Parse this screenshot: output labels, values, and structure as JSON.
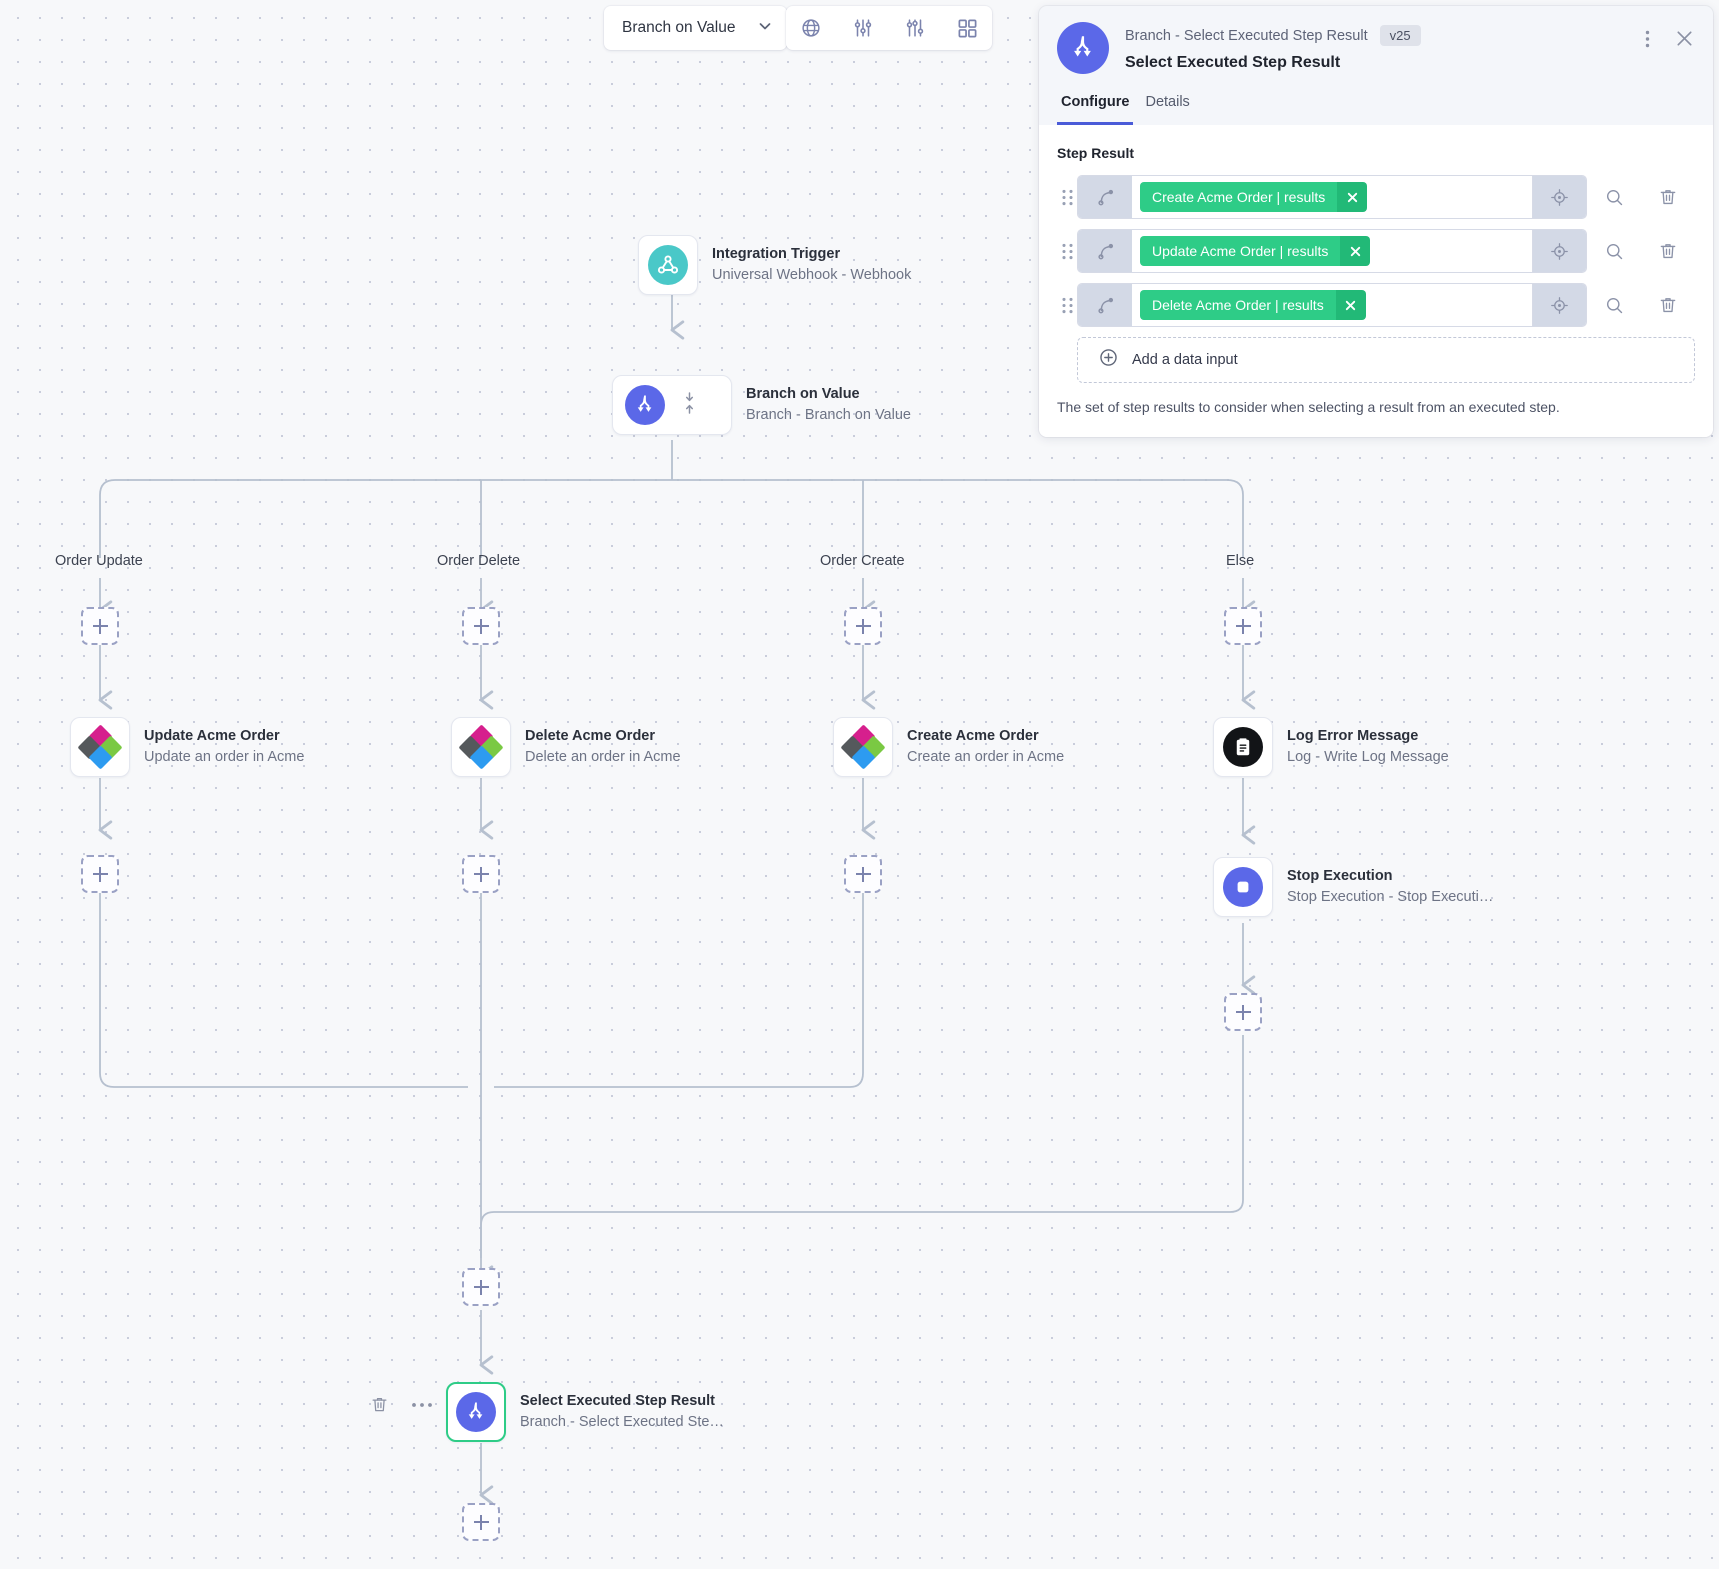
{
  "toolbar": {
    "select_label": "Branch on Value",
    "chevron_icon": "chevron-down-icon",
    "icons": [
      {
        "name": "globe-icon",
        "label": "Globe"
      },
      {
        "name": "sliders-icon",
        "label": "Settings sliders"
      },
      {
        "name": "sliders-alt-icon",
        "label": "Filter sliders"
      },
      {
        "name": "grid-icon",
        "label": "Grid layout"
      }
    ]
  },
  "canvas": {
    "nodes": [
      {
        "id": "trigger",
        "title": "Integration Trigger",
        "subtitle": "Universal Webhook - Webhook",
        "icon": "webhook-icon"
      },
      {
        "id": "branch",
        "title": "Branch on Value",
        "subtitle": "Branch - Branch on Value",
        "icon": "branch-icon",
        "collapse_icon": "expand-collapse-icon"
      },
      {
        "id": "update-order",
        "title": "Update Acme Order",
        "subtitle": "Update an order in Acme",
        "icon": "acme-icon"
      },
      {
        "id": "delete-order",
        "title": "Delete Acme Order",
        "subtitle": "Delete an order in Acme",
        "icon": "acme-icon"
      },
      {
        "id": "create-order",
        "title": "Create Acme Order",
        "subtitle": "Create an order in Acme",
        "icon": "acme-icon"
      },
      {
        "id": "log-error",
        "title": "Log Error Message",
        "subtitle": "Log - Write Log Message",
        "icon": "clipboard-icon"
      },
      {
        "id": "stop-exec",
        "title": "Stop Execution",
        "subtitle": "Stop Execution - Stop Executi…",
        "icon": "stop-icon"
      },
      {
        "id": "select-result",
        "title": "Select Executed Step Result",
        "subtitle": "Branch - Select Executed Ste…",
        "icon": "branch-icon",
        "selected": true
      }
    ],
    "branch_labels": [
      "Order Update",
      "Order Delete",
      "Order Create",
      "Else"
    ],
    "node_controls": [
      {
        "name": "delete-node-button",
        "icon": "trash-icon"
      },
      {
        "name": "more-options-button",
        "icon": "ellipsis-icon"
      }
    ],
    "add_step_label": "+"
  },
  "panel": {
    "breadcrumb": "Branch - Select Executed Step Result",
    "version": "v25",
    "title": "Select Executed Step Result",
    "menu_icon": "kebab-menu-icon",
    "close_icon": "close-icon",
    "tabs": [
      {
        "label": "Configure",
        "active": true
      },
      {
        "label": "Details",
        "active": false
      }
    ],
    "section_label": "Step Result",
    "data_inputs": [
      {
        "chip": "Create Acme Order | results"
      },
      {
        "chip": "Update Acme Order | results"
      },
      {
        "chip": "Delete Acme Order | results"
      }
    ],
    "row_icons": {
      "drag": "drag-handle-icon",
      "reference": "reference-branch-icon",
      "target": "target-crosshair-icon",
      "search": "search-icon",
      "delete": "trash-icon",
      "chip_remove": "chip-remove-icon"
    },
    "add_input_label": "Add a data input",
    "add_input_icon": "plus-circle-icon",
    "helper_text": "The set of step results to consider when selecting a result from an executed step."
  },
  "colors": {
    "accent": "#4a5bd8",
    "chip_green": "#2ecc87",
    "node_indigo": "#5b68e8",
    "node_teal": "#4ac8c8",
    "selected_border": "#2ecc87",
    "edge": "#b6c0cf"
  }
}
